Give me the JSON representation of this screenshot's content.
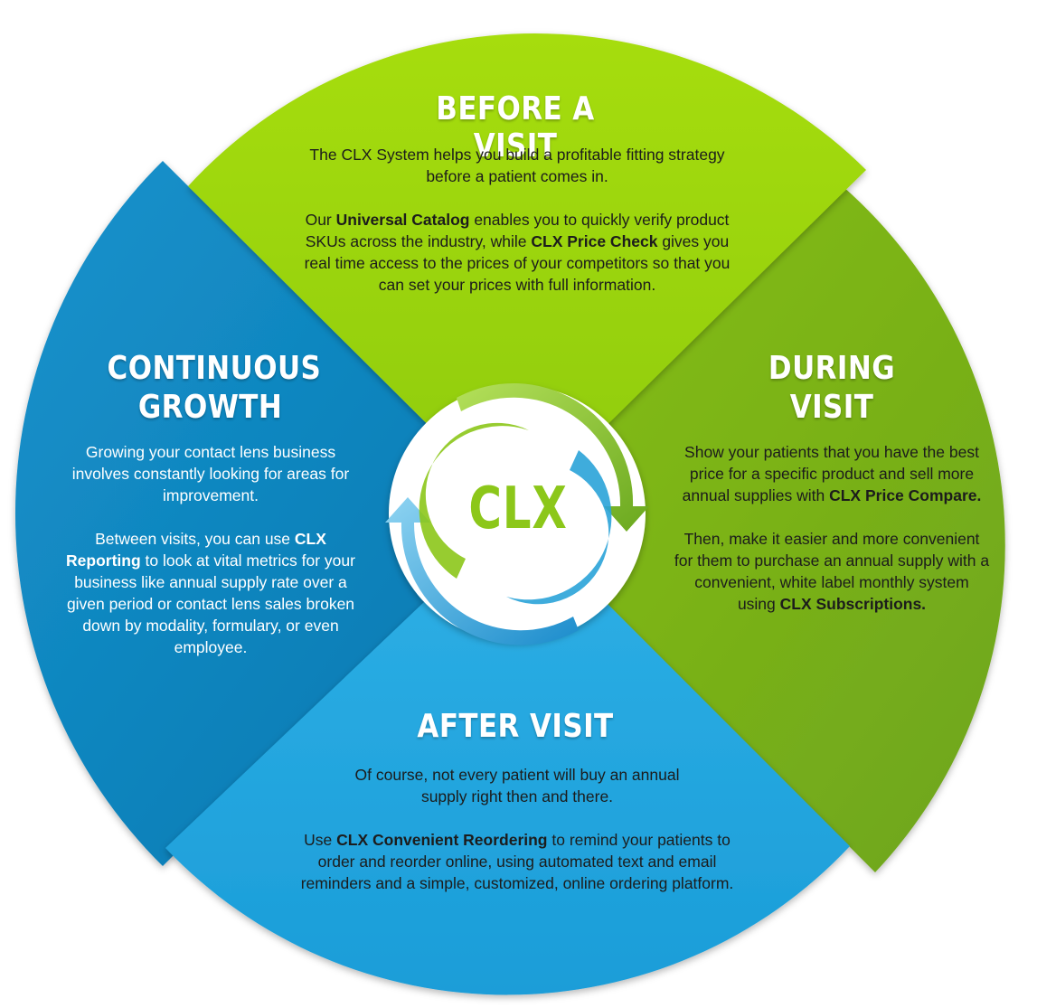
{
  "colors": {
    "before": "#99d40b",
    "during": "#7eb61b",
    "after": "#25a7e0",
    "growth": "#0e87c1",
    "logo_green": "#8cc71a",
    "logo_blue": "#2aa3d8"
  },
  "logo": {
    "text": "CLX"
  },
  "before": {
    "title": "BEFORE A VISIT",
    "p1": "The CLX System helps you build a profitable fitting strategy before a patient comes in.",
    "p2_a": "Our ",
    "p2_b": "Universal Catalog",
    "p2_c": " enables you to quickly verify product SKUs across the industry, while ",
    "p2_d": "CLX Price Check",
    "p2_e": " gives you real time access to the prices of your competitors so that you can set your prices with full information."
  },
  "during": {
    "title_1": "DURING",
    "title_2": "VISIT",
    "p1_a": "Show your patients that you have the best price for a specific product and sell more annual supplies with ",
    "p1_b": "CLX Price Compare.",
    "p2_a": "Then, make it easier and more convenient for them to purchase an annual supply with a convenient, white label monthly system using ",
    "p2_b": "CLX Subscriptions."
  },
  "after": {
    "title": "AFTER VISIT",
    "p1": "Of course, not every patient will buy an annual supply right then and there.",
    "p2_a": "Use ",
    "p2_b": "CLX Convenient Reordering",
    "p2_c": " to remind your patients to order and reorder online, using automated text and email reminders and a simple, customized, online ordering platform."
  },
  "growth": {
    "title_1": "CONTINUOUS",
    "title_2": "GROWTH",
    "p1": "Growing your contact lens business involves constantly looking for areas for improvement.",
    "p2_a": "Between visits, you can use ",
    "p2_b": "CLX Reporting",
    "p2_c": " to look at vital metrics for your business like annual supply rate over a given period or contact lens sales broken down by modality, formulary, or even employee."
  }
}
